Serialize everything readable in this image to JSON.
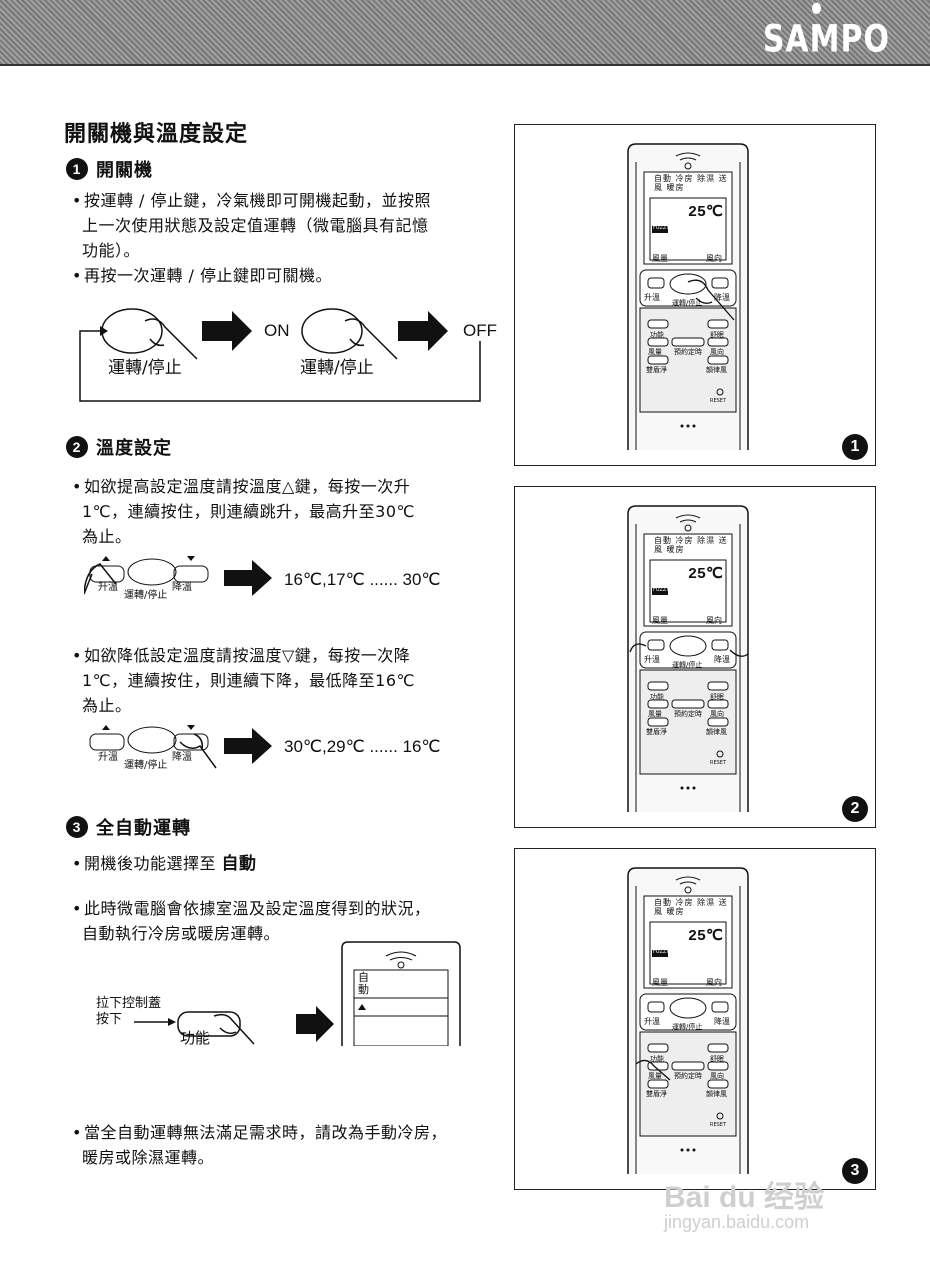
{
  "header": {
    "brand": "SAMPO"
  },
  "title": "開關機與溫度設定",
  "section1": {
    "num": "1",
    "heading": "開關機",
    "bullets": [
      "按運轉 / 停止鍵，冷氣機即可開機起動，並按照",
      "上一次使用狀態及設定值運轉（微電腦具有記憶",
      "功能）。",
      "再按一次運轉 / 停止鍵即可關機。"
    ],
    "diagram": {
      "on": "ON",
      "off": "OFF",
      "button_label_1": "運轉/停止",
      "button_label_2": "運轉/停止"
    }
  },
  "section2": {
    "num": "2",
    "heading": "溫度設定",
    "up_text": [
      "如欲提高設定溫度請按溫度△鍵，每按一次升",
      "1℃，連續按住，則連續跳升，最高升至30℃",
      "為止。"
    ],
    "up_sequence": "16℃,17℃ ...... 30℃",
    "down_text": [
      "如欲降低設定溫度請按溫度▽鍵，每按一次降",
      "1℃，連續按住，則連續下降，最低降至16℃",
      "為止。"
    ],
    "down_sequence": "30℃,29℃ ...... 16℃",
    "btn_up": "升溫",
    "btn_run": "運轉/停止",
    "btn_down": "降溫"
  },
  "section3": {
    "num": "3",
    "heading": "全自動運轉",
    "line1_prefix": "開機後功能選擇至",
    "line1_emph": "自動",
    "line2": [
      "此時微電腦會依據室溫及設定溫度得到的狀況，",
      "自動執行冷房或暖房運轉。"
    ],
    "pull_label_1": "拉下控制蓋",
    "pull_label_2": "按下",
    "func_label": "功能",
    "auto_label": "自\n動",
    "note": [
      "當全自動運轉無法滿足需求時，請改為手動冷房，",
      "暖房或除濕運轉。"
    ]
  },
  "remote": {
    "mode_icons": [
      "自動",
      "冷房",
      "除濕",
      "送風",
      "暖房"
    ],
    "temp": "25℃",
    "fuzzy": "FUZZY",
    "fan": "風量",
    "dir": "風向",
    "up": "升溫",
    "run": "運轉/停止",
    "down": "降溫",
    "func": "功能",
    "sleep": "舒眠",
    "timer": "預約定時",
    "fan2": "風量",
    "dir2": "風向",
    "clean": "雙盾淨",
    "rhythm": "韻律風",
    "reset": "RESET"
  },
  "panels": [
    "1",
    "2",
    "3"
  ],
  "watermark": {
    "brand": "Bai du 经验",
    "url": "jingyan.baidu.com"
  }
}
